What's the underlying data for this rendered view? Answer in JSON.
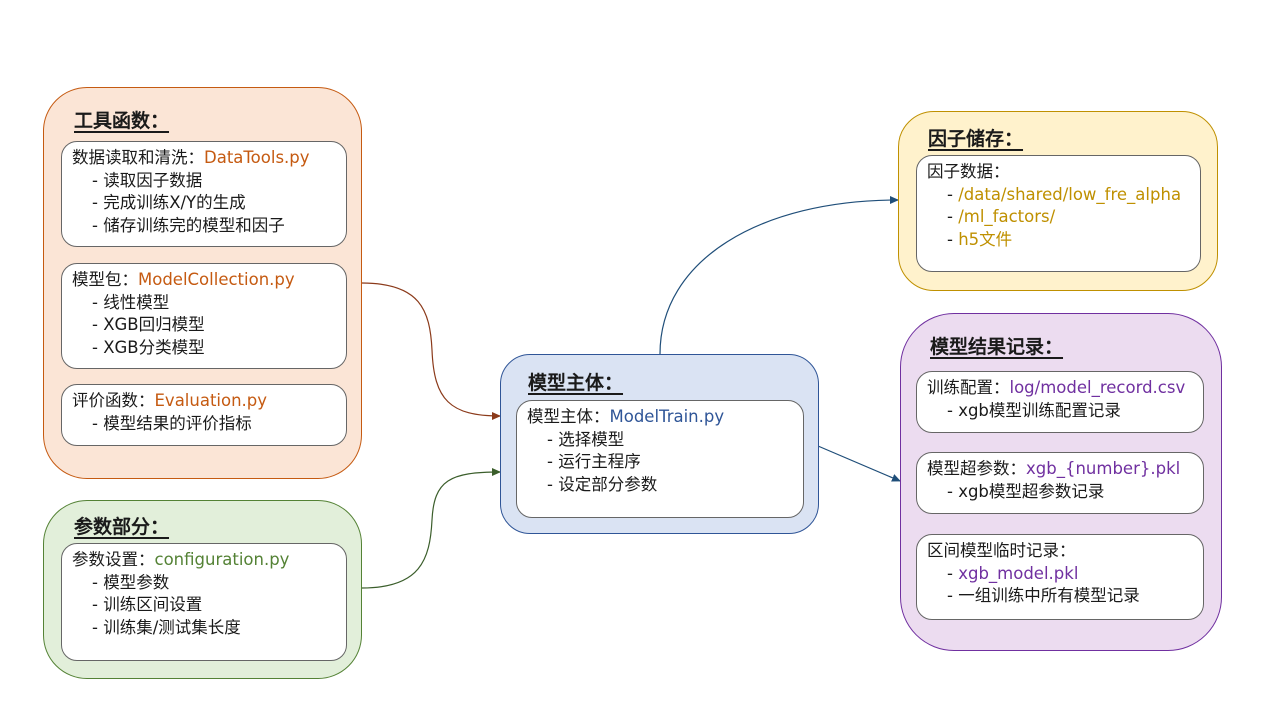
{
  "colors": {
    "tools": {
      "fill": "#fbe5d6",
      "border": "#c55a11",
      "file": "#c55a11"
    },
    "params": {
      "fill": "#e2efda",
      "border": "#548235",
      "file": "#548235"
    },
    "main": {
      "fill": "#dae3f3",
      "border": "#2f5597",
      "file": "#2f5597"
    },
    "storage": {
      "fill": "#fff2cc",
      "border": "#bf9000",
      "file": "#bf9000"
    },
    "results": {
      "fill": "#ecdcf0",
      "border": "#7030a0",
      "file": "#7030a0"
    }
  },
  "tools": {
    "title": "工具函数：",
    "data_box": {
      "label": "数据读取和清洗：",
      "file": "DataTools.py",
      "items": [
        "- 读取因子数据",
        "- 完成训练X/Y的生成",
        "- 储存训练完的模型和因子"
      ]
    },
    "model_box": {
      "label": "模型包：",
      "file": "ModelCollection.py",
      "items": [
        "- 线性模型",
        "- XGB回归模型",
        "- XGB分类模型"
      ]
    },
    "eval_box": {
      "label": "评价函数：",
      "file": "Evaluation.py",
      "items": [
        "- 模型结果的评价指标"
      ]
    }
  },
  "params": {
    "title": "参数部分：",
    "config_box": {
      "label": "参数设置：",
      "file": "configuration.py",
      "items": [
        "- 模型参数",
        "- 训练区间设置",
        "- 训练集/测试集长度"
      ]
    }
  },
  "main": {
    "title": "模型主体：",
    "train_box": {
      "label": "模型主体：",
      "file": "ModelTrain.py",
      "items": [
        "- 选择模型",
        "- 运行主程序",
        "- 设定部分参数"
      ]
    }
  },
  "storage": {
    "title": "因子储存：",
    "factor_box": {
      "label": "因子数据：",
      "paths": [
        "- ",
        "- ",
        "- "
      ],
      "files": [
        "/data/shared/low_fre_alpha",
        "/ml_factors/",
        "h5文件"
      ]
    }
  },
  "results": {
    "title": "模型结果记录：",
    "config_box": {
      "label": "训练配置：",
      "file": "log/model_record.csv",
      "items": [
        "- xgb模型训练配置记录"
      ]
    },
    "hyper_box": {
      "label": "模型超参数：",
      "file": "xgb_{number}.pkl",
      "items": [
        "- xgb模型超参数记录"
      ]
    },
    "temp_box": {
      "label": "区间模型临时记录：",
      "dash": "- ",
      "file": "xgb_model.pkl",
      "items": [
        "- 一组训练中所有模型记录"
      ]
    }
  }
}
